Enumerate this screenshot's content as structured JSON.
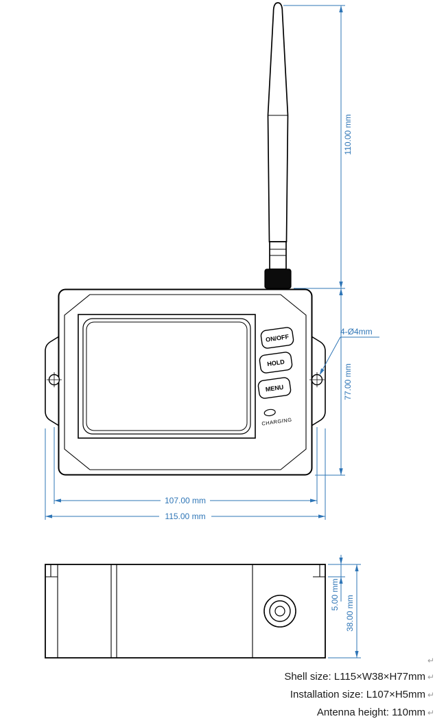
{
  "colors": {
    "dimension": "#2e75b6",
    "outline": "#000000",
    "background": "#ffffff"
  },
  "front_view": {
    "buttons": [
      {
        "label": "ON/OFF"
      },
      {
        "label": "HOLD"
      },
      {
        "label": "MENU"
      }
    ],
    "charging_label": "CHARGING"
  },
  "dims": {
    "antenna_height": "110.00 mm",
    "hole_callout": "4-Ø4mm",
    "shell_height": "77.00 mm",
    "mount_width": "107.00 mm",
    "shell_width": "115.00 mm",
    "lip": "5.00 mm",
    "depth": "38.00 mm"
  },
  "notes": {
    "return_mark": "↵",
    "lines": [
      {
        "text": "Shell size:  L115×W38×H77mm"
      },
      {
        "text": "Installation size:  L107×H5mm"
      },
      {
        "text": "Antenna height:  110mm"
      }
    ]
  }
}
